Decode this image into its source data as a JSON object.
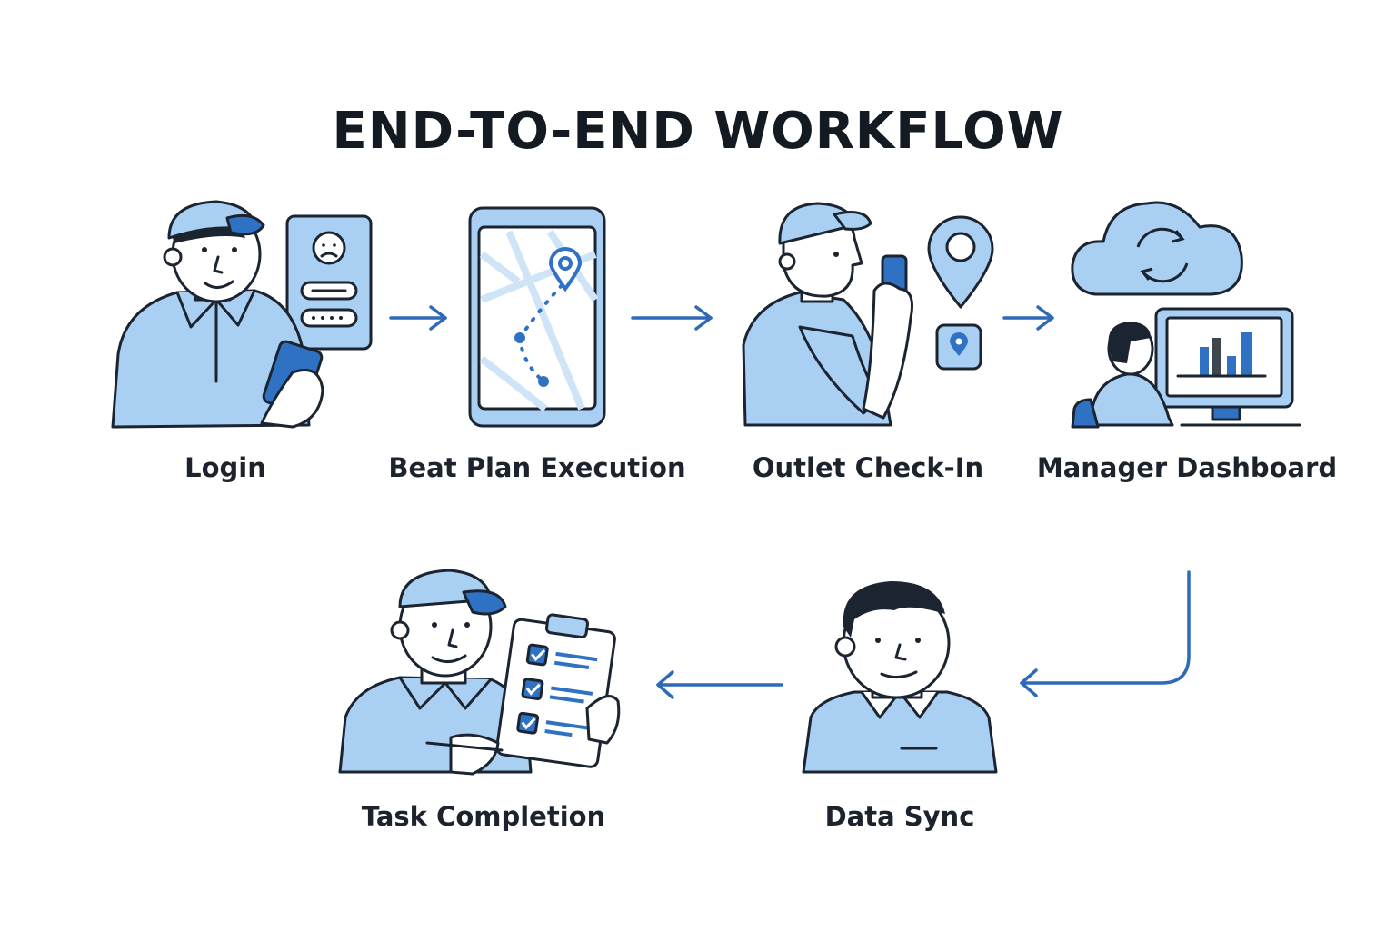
{
  "title": "END-TO-END WORKFLOW",
  "steps": [
    {
      "label": "Login",
      "icon": "person-phone-login-icon"
    },
    {
      "label": "Beat Plan Execution",
      "icon": "tablet-map-route-icon"
    },
    {
      "label": "Outlet Check-In",
      "icon": "person-location-checkin-icon"
    },
    {
      "label": "Manager Dashboard",
      "icon": "cloud-sync-dashboard-icon"
    },
    {
      "label": "Data Sync",
      "icon": "person-data-sync-icon"
    },
    {
      "label": "Task Completion",
      "icon": "person-clipboard-checklist-icon"
    }
  ],
  "colors": {
    "accent": "#2f72c4",
    "light": "#a9cff2",
    "outline": "#1b2430",
    "arrow": "#2f6ab7"
  }
}
